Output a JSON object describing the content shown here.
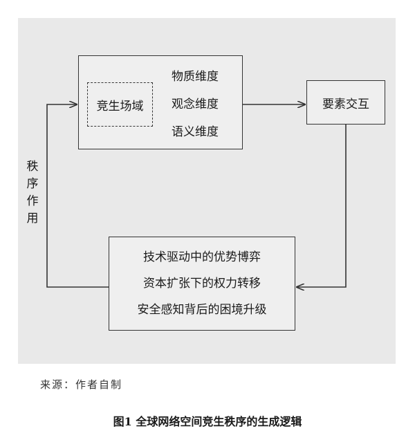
{
  "diagram": {
    "top_box": {
      "inner_label": "竞生场域",
      "dimensions": [
        "物质维度",
        "观念维度",
        "语义维度"
      ]
    },
    "right_box": {
      "label": "要素交互"
    },
    "bottom_box": {
      "lines": [
        "技术驱动中的优势博弈",
        "资本扩张下的权力转移",
        "安全感知背后的困境升级"
      ]
    },
    "side_label": [
      "秩",
      "序",
      "作",
      "用"
    ]
  },
  "source": "来源：作者自制",
  "caption": "图1  全球网络空间竞生秩序的生成逻辑"
}
